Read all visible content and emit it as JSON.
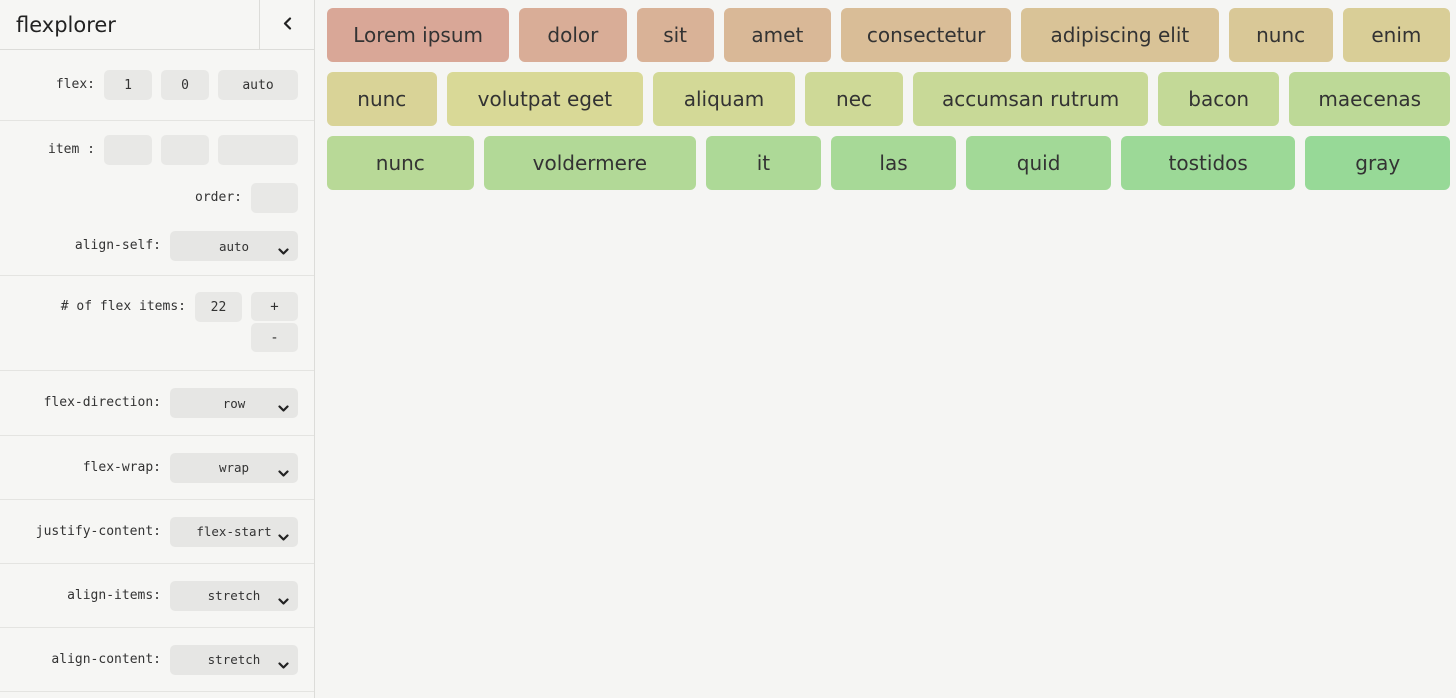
{
  "header": {
    "title": "flexplorer"
  },
  "icons": {
    "collapse": "chevron-left-icon",
    "select_arrow": "chevron-down-icon"
  },
  "colors": {
    "page_bg": "#f5f5f3",
    "control_bg": "#e8e8e6",
    "border": "#dcdcd9",
    "item_text": "#333333"
  },
  "sidebar": {
    "flex_row": {
      "label": "flex:",
      "values": [
        "1",
        "0",
        "auto"
      ]
    },
    "item_row": {
      "label": "item :",
      "values": [
        "",
        "",
        ""
      ]
    },
    "order_row": {
      "label": "order:",
      "value": ""
    },
    "align_self": {
      "label": "align-self:",
      "value": "auto"
    },
    "count_row": {
      "label": "# of flex items:",
      "value": "22",
      "plus": "+",
      "minus": "-"
    },
    "flex_direction": {
      "label": "flex-direction:",
      "value": "row"
    },
    "flex_wrap": {
      "label": "flex-wrap:",
      "value": "wrap"
    },
    "justify_content": {
      "label": "justify-content:",
      "value": "flex-start"
    },
    "align_items": {
      "label": "align-items:",
      "value": "stretch"
    },
    "align_content": {
      "label": "align-content:",
      "value": "stretch"
    }
  },
  "flex_items": [
    {
      "label": "Lorem ipsum",
      "color": "#d9a797",
      "basis": 170
    },
    {
      "label": "dolor",
      "color": "#d9ad97",
      "basis": 95
    },
    {
      "label": "sit",
      "color": "#d9b297",
      "basis": 65
    },
    {
      "label": "amet",
      "color": "#d9b897",
      "basis": 95
    },
    {
      "label": "consectetur",
      "color": "#d9bd97",
      "basis": 158
    },
    {
      "label": "adipiscing elit",
      "color": "#d9c397",
      "basis": 185
    },
    {
      "label": "nunc",
      "color": "#d9c897",
      "basis": 92
    },
    {
      "label": "enim",
      "color": "#d9ce97",
      "basis": 95
    },
    {
      "label": "nunc",
      "color": "#d9d397",
      "basis": 95
    },
    {
      "label": "volutpat eget",
      "color": "#d9d997",
      "basis": 182
    },
    {
      "label": "aliquam",
      "color": "#d3d997",
      "basis": 127
    },
    {
      "label": "nec",
      "color": "#ced997",
      "basis": 84
    },
    {
      "label": "accumsan rutrum",
      "color": "#c8d997",
      "basis": 220
    },
    {
      "label": "bacon",
      "color": "#c3d997",
      "basis": 107
    },
    {
      "label": "maecenas",
      "color": "#bdd997",
      "basis": 146
    },
    {
      "label": "nunc",
      "color": "#b8d997",
      "basis": 132
    },
    {
      "label": "voldermere",
      "color": "#b2d997",
      "basis": 198
    },
    {
      "label": "it",
      "color": "#add997",
      "basis": 100
    },
    {
      "label": "las",
      "color": "#a7d997",
      "basis": 111
    },
    {
      "label": "quid",
      "color": "#a2d997",
      "basis": 130
    },
    {
      "label": "tostidos",
      "color": "#9cd997",
      "basis": 160
    },
    {
      "label": "gray",
      "color": "#97d997",
      "basis": 130
    }
  ]
}
